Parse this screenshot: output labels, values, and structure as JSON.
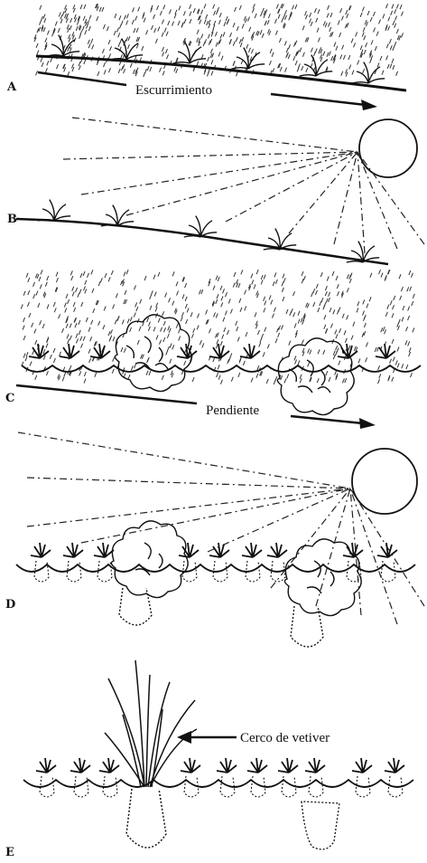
{
  "panels": [
    {
      "id": "A",
      "label": "A",
      "caption": "Escurrimiento"
    },
    {
      "id": "B",
      "label": "B",
      "caption": ""
    },
    {
      "id": "C",
      "label": "C",
      "caption": "Pendiente"
    },
    {
      "id": "D",
      "label": "D",
      "caption": ""
    },
    {
      "id": "E",
      "label": "E",
      "caption": "Cerco de vetiver"
    }
  ],
  "icons": {
    "sun": "sun-icon",
    "rain": "rain-icon",
    "crop": "crop-plant-icon",
    "shrub": "shrub-icon",
    "vetiver": "vetiver-grass-icon",
    "arrow": "arrow-icon"
  },
  "colors": {
    "ink": "#111111",
    "paper": "#ffffff"
  }
}
